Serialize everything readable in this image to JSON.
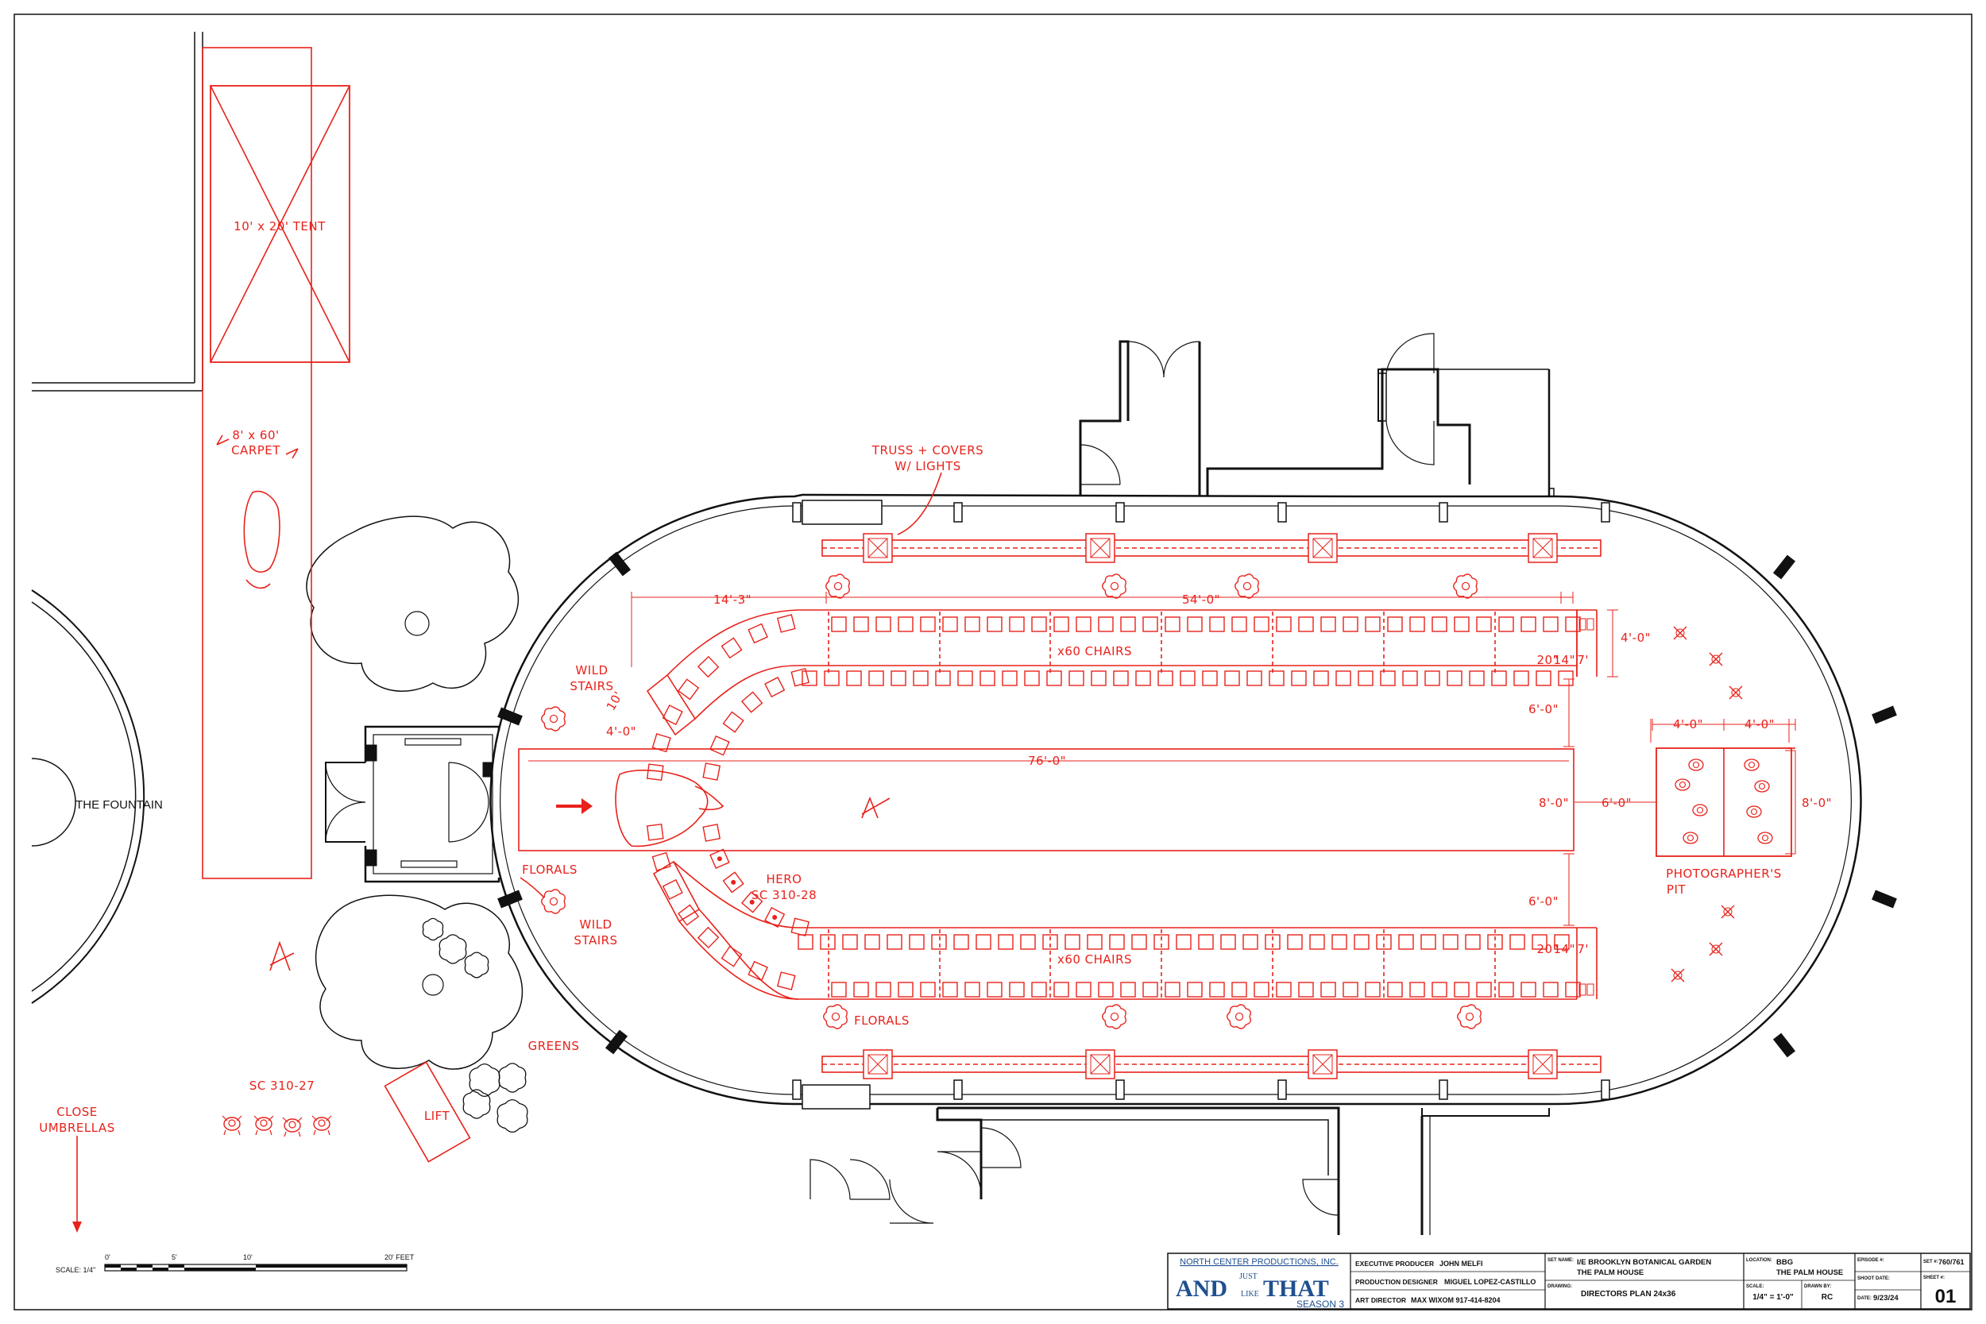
{
  "colors": {
    "markup": "#e8221b",
    "ink": "#111111",
    "brand_blue": "#1f4f8f"
  },
  "labels": {
    "tent": "10' x 20' TENT",
    "carpet_l1": "8' x 60'",
    "carpet_l2": "CARPET",
    "fountain": "THE FOUNTAIN",
    "truss_l1": "TRUSS + COVERS",
    "truss_l2": "W/ LIGHTS",
    "wild_stairs_top_l1": "WILD",
    "wild_stairs_top_l2": "STAIRS",
    "wild_stairs_bot_l1": "WILD",
    "wild_stairs_bot_l2": "STAIRS",
    "chairs_top": "x60 CHAIRS",
    "chairs_bottom": "x60 CHAIRS",
    "hero_l1": "HERO",
    "hero_l2": "SC 310-28",
    "florals_left": "FLORALS",
    "florals_bottom": "FLORALS",
    "greens": "GREENS",
    "lift": "LIFT",
    "sc_310_27": "SC 310-27",
    "close_umbrellas_l1": "CLOSE",
    "close_umbrellas_l2": "UMBRELLAS",
    "photographers_l1": "PHOTOGRAPHER'S",
    "photographers_l2": "PIT",
    "camera_mark_center": "A",
    "camera_mark_left": "A"
  },
  "dimensions": {
    "d_14_3": "14'-3\"",
    "d_54_0": "54'-0\"",
    "d_76_0": "76'-0\"",
    "d_4_0_right": "4'-0\"",
    "d_4_0_left": "4'-0\"",
    "d_10_small": "10'",
    "d_6_0_top": "6'-0\"",
    "d_6_0_bot": "6'-0\"",
    "d_8_0_aisle": "8'-0\"",
    "d_6_0_pit": "6'-0\"",
    "d_4_0_pit_a": "4'-0\"",
    "d_4_0_pit_b": "4'-0\"",
    "d_8_0_pit": "8'-0\"",
    "d_20_top": "20\"",
    "d_14_top": "14\"",
    "d_20_bot": "20\"",
    "d_14_bot": "14\"",
    "d_7_top": "7'",
    "d_7_bot": "7'"
  },
  "scale_bar": {
    "label": "SCALE: 1/4\"",
    "ticks": [
      "0'",
      "5'",
      "10'",
      "20' FEET"
    ]
  },
  "title_block": {
    "company": "NORTH CENTER PRODUCTIONS, INC.",
    "logo_and": "AND",
    "logo_just": "JUST",
    "logo_like": "LIKE",
    "logo_that": "THAT",
    "logo_season": "SEASON 3",
    "exec_producer_label": "EXECUTIVE PRODUCER",
    "exec_producer": "JOHN MELFI",
    "prod_designer_label": "PRODUCTION DESIGNER",
    "prod_designer": "MIGUEL LOPEZ-CASTILLO",
    "art_director_label": "ART DIRECTOR",
    "art_director": "MAX WIXOM 917-414-8204",
    "set_name_label": "SET NAME:",
    "set_name_l1": "I/E BROOKLYN BOTANICAL GARDEN",
    "set_name_l2": "THE PALM HOUSE",
    "drawing_label": "DRAWING:",
    "drawing": "DIRECTORS PLAN 24x36",
    "location_label": "LOCATION:",
    "location_l1": "BBG",
    "location_l2": "THE PALM HOUSE",
    "scale_label": "SCALE:",
    "scale": "1/4\" = 1'-0\"",
    "drawn_by_label": "DRAWN BY:",
    "drawn_by": "RC",
    "episode_label": "EPISODE #:",
    "shoot_date_label": "SHOOT DATE:",
    "date_label": "DATE:",
    "date": "9/23/24",
    "set_no_label": "SET #:",
    "set_no": "760/761",
    "sheet_label": "SHEET #:",
    "sheet": "01"
  }
}
